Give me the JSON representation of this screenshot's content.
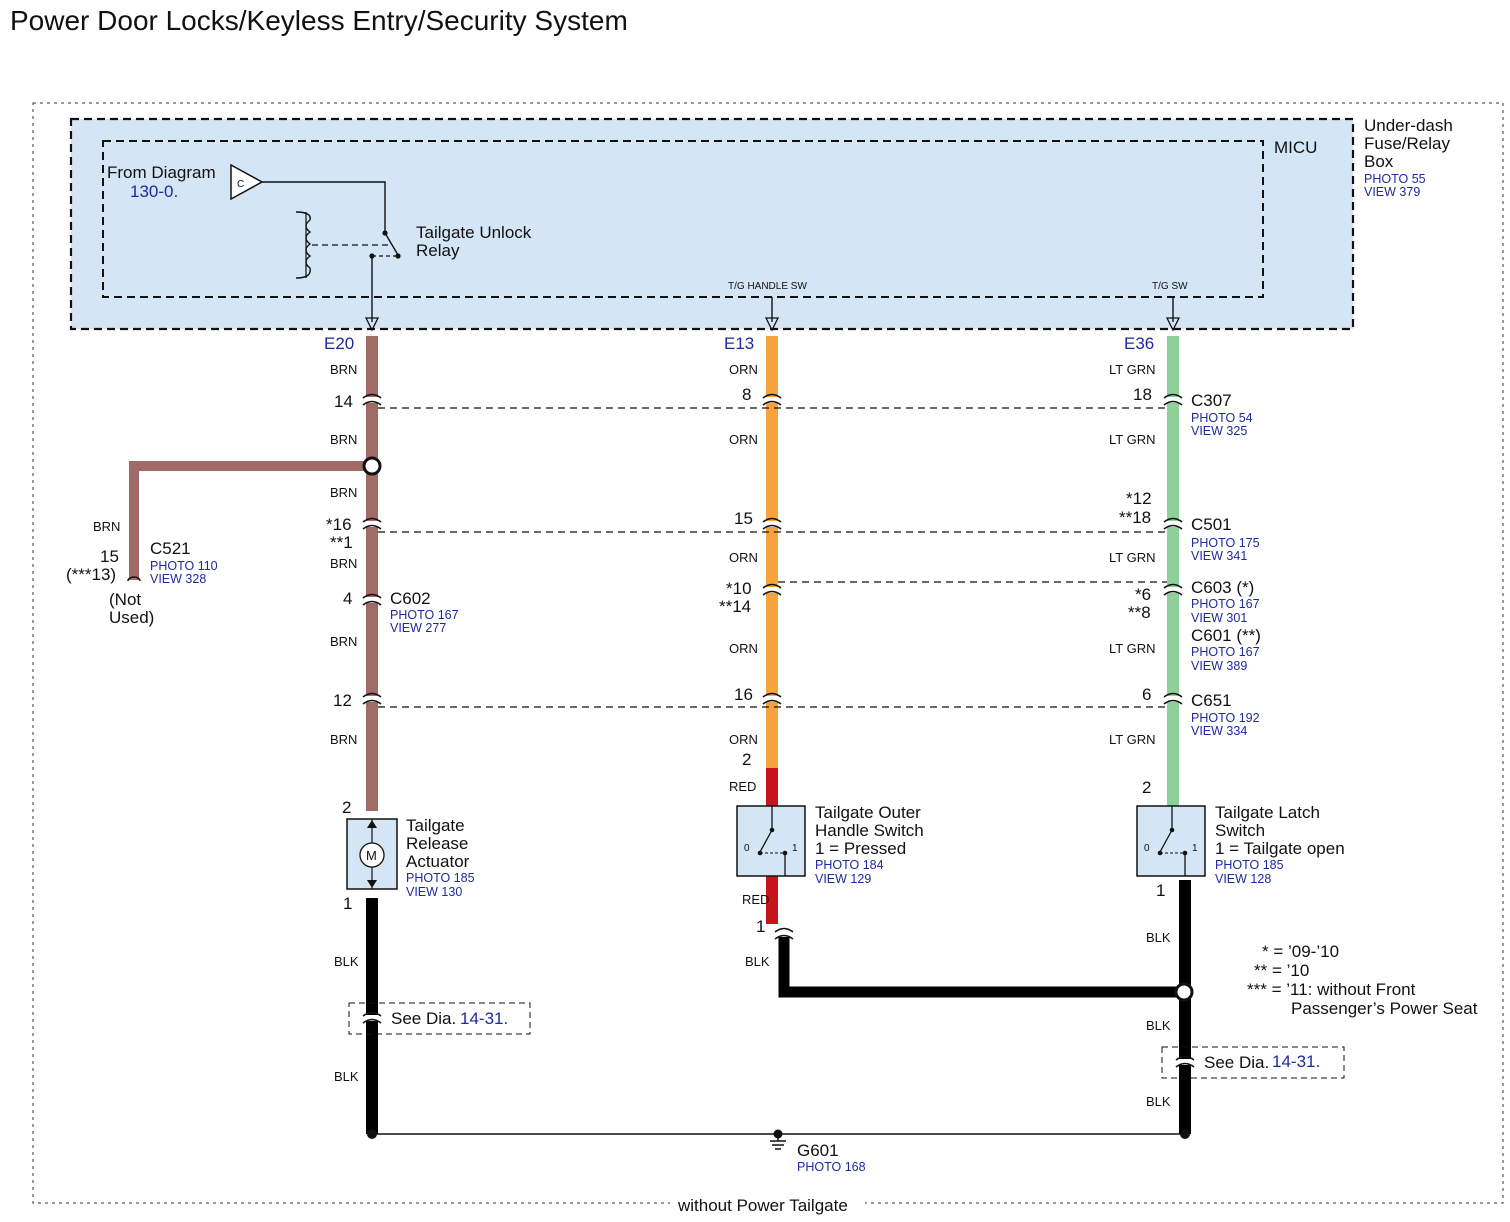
{
  "title": "Power Door Locks/Keyless Entry/Security System",
  "footer": "without Power Tailgate",
  "colors": {
    "BRN": "#a06b66",
    "ORN": "#f8a23b",
    "LT GRN": "#8fd09a",
    "RED": "#c8141b",
    "BLK": "#000000",
    "box_fill": "#d4e5f6"
  },
  "fuse_box": {
    "name_lines": [
      "Under-dash",
      "Fuse/Relay",
      "Box"
    ],
    "photo": "PHOTO 55",
    "view": "VIEW 379",
    "micu": "MICU",
    "from_diagram": "From Diagram",
    "from_ref": "130-0.",
    "from_tag": "C",
    "relay_lines": [
      "Tailgate Unlock",
      "Relay"
    ],
    "sw_handle": "T/G HANDLE SW",
    "sw_tg": "T/G SW"
  },
  "terminals": {
    "e20": "E20",
    "e13": "E13",
    "e36": "E36"
  },
  "wire_labels": {
    "brn": "BRN",
    "orn": "ORN",
    "ltgrn": "LT GRN",
    "red": "RED",
    "blk": "BLK"
  },
  "pins": {
    "c307_brn": "14",
    "c307_orn": "8",
    "c307_grn": "18",
    "c501_brn_a": "*16",
    "c501_brn_b": "**1",
    "c501_orn": "15",
    "c501_grn_a": "*12",
    "c501_grn_b": "**18",
    "c602_brn": "4",
    "c603_orn_a": "*10",
    "c603_orn_b": "**14",
    "c603_grn_a": "*6",
    "c603_grn_b": "**8",
    "c651_brn": "12",
    "c651_orn": "16",
    "c651_grn": "6",
    "act_top": "2",
    "act_bot": "1",
    "hsw_top": "2",
    "hsw_bot": "1",
    "lsw_top": "2",
    "lsw_bot": "1",
    "c521_a": "15",
    "c521_b": "(***13)"
  },
  "connectors": {
    "c307": {
      "name": "C307",
      "photo": "PHOTO 54",
      "view": "VIEW 325"
    },
    "c501": {
      "name": "C501",
      "photo": "PHOTO 175",
      "view": "VIEW 341"
    },
    "c603": {
      "name": "C603 (*)",
      "photo": "PHOTO 167",
      "view": "VIEW 301"
    },
    "c601": {
      "name": "C601 (**)",
      "photo": "PHOTO 167",
      "view": "VIEW 389"
    },
    "c651": {
      "name": "C651",
      "photo": "PHOTO 192",
      "view": "VIEW 334"
    },
    "c602": {
      "name": "C602",
      "photo": "PHOTO 167",
      "view": "VIEW 277"
    },
    "c521": {
      "name": "C521",
      "photo": "PHOTO 110",
      "view": "VIEW 328"
    }
  },
  "not_used": [
    "(Not",
    "Used)"
  ],
  "components": {
    "actuator": {
      "lines": [
        "Tailgate",
        "Release",
        "Actuator"
      ],
      "photo": "PHOTO 185",
      "view": "VIEW 130",
      "symbol": "M"
    },
    "handle_switch": {
      "lines": [
        "Tailgate Outer",
        "Handle Switch",
        "1 = Pressed"
      ],
      "photo": "PHOTO 184",
      "view": "VIEW 129",
      "pos0": "0",
      "pos1": "1"
    },
    "latch_switch": {
      "lines": [
        "Tailgate Latch",
        "Switch",
        "1 = Tailgate open"
      ],
      "photo": "PHOTO 185",
      "view": "VIEW 128",
      "pos0": "0",
      "pos1": "1"
    }
  },
  "see_dia": {
    "text": "See Dia.",
    "ref": "14-31."
  },
  "ground": {
    "name": "G601",
    "photo": "PHOTO 168"
  },
  "notes": [
    "* = ’09-’10",
    "** = ’10",
    "*** = ’11: without Front",
    "Passenger’s Power Seat"
  ]
}
